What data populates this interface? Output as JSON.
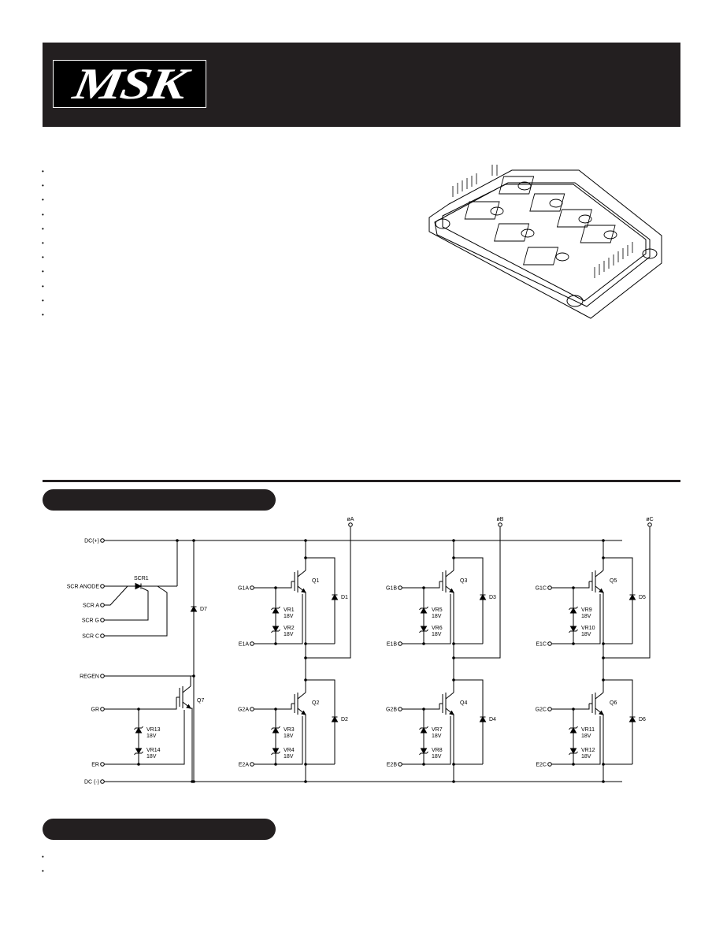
{
  "header": {
    "logo_text": "MSK"
  },
  "schematic": {
    "terminals_left": [
      "DC(+)",
      "SCR ANODE",
      "SCR A",
      "SCR G",
      "SCR C",
      "REGEN",
      "GR",
      "ER",
      "DC (-)"
    ],
    "phase_outputs": [
      "øA",
      "øB",
      "øC"
    ],
    "scr_label": "SCR1",
    "d7_label": "D7",
    "q7_label": "Q7",
    "q7_zeners": [
      {
        "name": "VR13",
        "value": "18V"
      },
      {
        "name": "VR14",
        "value": "18V"
      }
    ],
    "legs": [
      {
        "upper": {
          "gate": "G1A",
          "emitter": "E1A",
          "q": "Q1",
          "d": "D1",
          "z1": {
            "name": "VR1",
            "value": "18V"
          },
          "z2": {
            "name": "VR2",
            "value": "18V"
          }
        },
        "lower": {
          "gate": "G2A",
          "emitter": "E2A",
          "q": "Q2",
          "d": "D2",
          "z1": {
            "name": "VR3",
            "value": "18V"
          },
          "z2": {
            "name": "VR4",
            "value": "18V"
          }
        }
      },
      {
        "upper": {
          "gate": "G1B",
          "emitter": "E1B",
          "q": "Q3",
          "d": "D3",
          "z1": {
            "name": "VR5",
            "value": "18V"
          },
          "z2": {
            "name": "VR6",
            "value": "18V"
          }
        },
        "lower": {
          "gate": "G2B",
          "emitter": "E2B",
          "q": "Q4",
          "d": "D4",
          "z1": {
            "name": "VR7",
            "value": "18V"
          },
          "z2": {
            "name": "VR8",
            "value": "18V"
          }
        }
      },
      {
        "upper": {
          "gate": "G1C",
          "emitter": "E1C",
          "q": "Q5",
          "d": "D5",
          "z1": {
            "name": "VR9",
            "value": "18V"
          },
          "z2": {
            "name": "VR10",
            "value": "18V"
          }
        },
        "lower": {
          "gate": "G2C",
          "emitter": "E2C",
          "q": "Q6",
          "d": "D6",
          "z1": {
            "name": "VR11",
            "value": "18V"
          },
          "z2": {
            "name": "VR12",
            "value": "18V"
          }
        }
      }
    ]
  }
}
